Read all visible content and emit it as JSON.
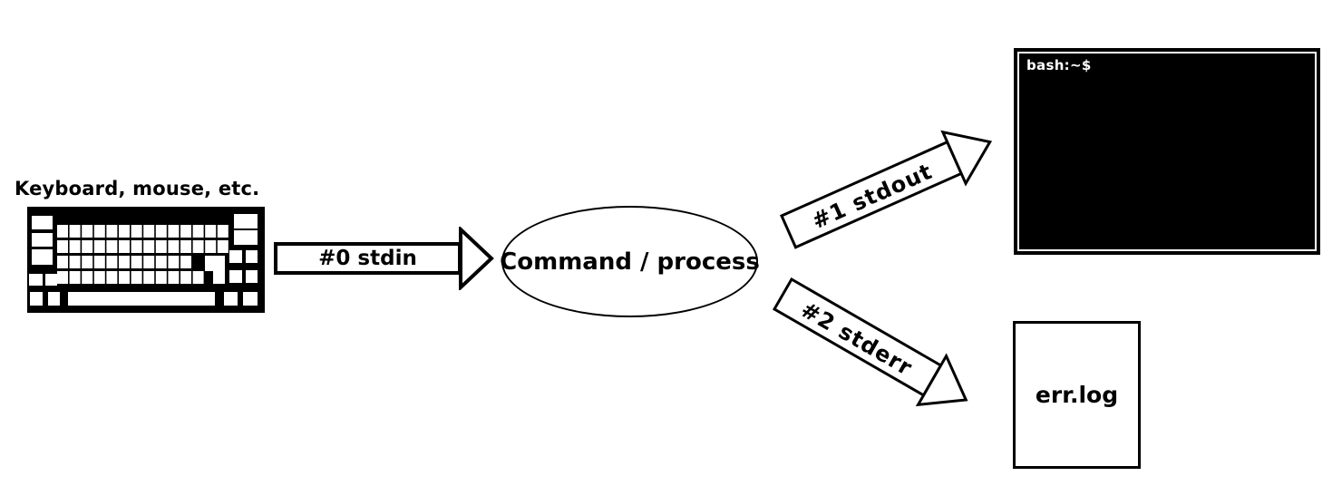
{
  "colors": {
    "ink": "#000000",
    "background": "#ffffff",
    "terminal_bg": "#000000",
    "terminal_fg": "#ffffff"
  },
  "nodes": {
    "input_device": {
      "label": "Keyboard, mouse, etc.",
      "icon": "keyboard-icon"
    },
    "process": {
      "label": "Command / process",
      "shape": "ellipse"
    },
    "terminal": {
      "prompt": "bash:~$",
      "icon": "terminal-window"
    },
    "error_file": {
      "label": "err.log",
      "shape": "rectangle"
    }
  },
  "streams": [
    {
      "label": "#0 stdin",
      "from": "input_device",
      "to": "process"
    },
    {
      "label": "#1 stdout",
      "from": "process",
      "to": "terminal"
    },
    {
      "label": "#2 stderr",
      "from": "process",
      "to": "error_file"
    }
  ]
}
